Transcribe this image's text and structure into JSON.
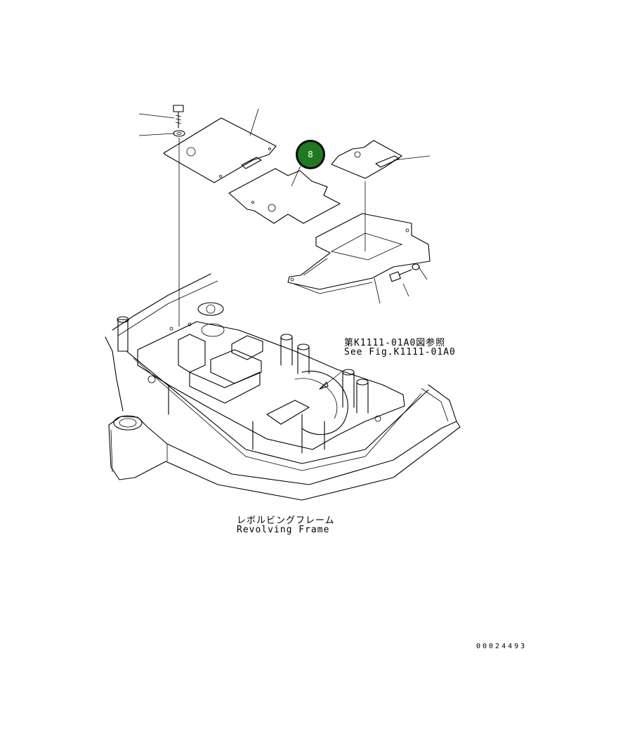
{
  "callout": {
    "number": "8",
    "color": "#1f7a1f"
  },
  "labels": {
    "reference_jp": "第K1111-01A0図参照",
    "reference_en": "See Fig.K1111-01A0",
    "frame_jp": "レボルビングフレーム",
    "frame_en": "Revolving Frame",
    "drawing_number": "00024493"
  },
  "icons": [
    "bolt-icon",
    "washer-icon"
  ]
}
